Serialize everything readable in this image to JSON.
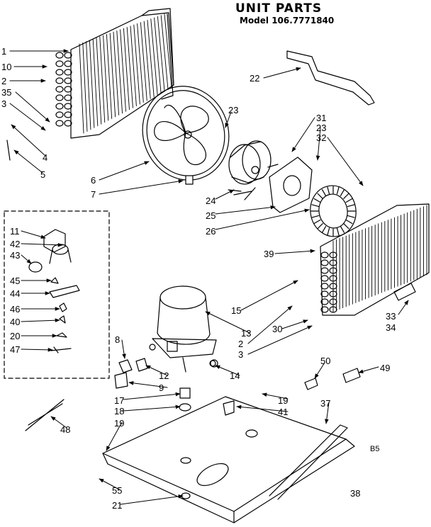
{
  "header": {
    "title": "UNIT PARTS",
    "model": "Model 106.7771840"
  },
  "labels": [
    {
      "id": "1",
      "text": "1"
    },
    {
      "id": "10",
      "text": "10"
    },
    {
      "id": "2a",
      "text": "2"
    },
    {
      "id": "35",
      "text": "35"
    },
    {
      "id": "3a",
      "text": "3"
    },
    {
      "id": "4",
      "text": "4"
    },
    {
      "id": "5",
      "text": "5"
    },
    {
      "id": "6",
      "text": "6"
    },
    {
      "id": "7",
      "text": "7"
    },
    {
      "id": "22",
      "text": "22"
    },
    {
      "id": "23a",
      "text": "23"
    },
    {
      "id": "31",
      "text": "31"
    },
    {
      "id": "23b",
      "text": "23"
    },
    {
      "id": "32",
      "text": "32"
    },
    {
      "id": "24",
      "text": "24"
    },
    {
      "id": "25",
      "text": "25"
    },
    {
      "id": "26",
      "text": "26"
    },
    {
      "id": "39",
      "text": "39"
    },
    {
      "id": "11",
      "text": "11"
    },
    {
      "id": "42",
      "text": "42"
    },
    {
      "id": "43",
      "text": "43"
    },
    {
      "id": "45",
      "text": "45"
    },
    {
      "id": "44",
      "text": "44"
    },
    {
      "id": "46",
      "text": "46"
    },
    {
      "id": "40",
      "text": "40"
    },
    {
      "id": "20",
      "text": "20"
    },
    {
      "id": "47",
      "text": "47"
    },
    {
      "id": "15",
      "text": "15"
    },
    {
      "id": "13",
      "text": "13"
    },
    {
      "id": "2b",
      "text": "2"
    },
    {
      "id": "30",
      "text": "30"
    },
    {
      "id": "3b",
      "text": "3"
    },
    {
      "id": "33",
      "text": "33"
    },
    {
      "id": "34",
      "text": "34"
    },
    {
      "id": "8",
      "text": "8"
    },
    {
      "id": "12",
      "text": "12"
    },
    {
      "id": "9",
      "text": "9"
    },
    {
      "id": "14",
      "text": "14"
    },
    {
      "id": "50",
      "text": "50"
    },
    {
      "id": "49",
      "text": "49"
    },
    {
      "id": "17",
      "text": "17"
    },
    {
      "id": "18",
      "text": "18"
    },
    {
      "id": "19a",
      "text": "19"
    },
    {
      "id": "41",
      "text": "41"
    },
    {
      "id": "19b",
      "text": "19"
    },
    {
      "id": "37",
      "text": "37"
    },
    {
      "id": "48",
      "text": "48"
    },
    {
      "id": "B5",
      "text": "B5"
    },
    {
      "id": "55",
      "text": "55"
    },
    {
      "id": "38",
      "text": "38"
    },
    {
      "id": "21",
      "text": "21"
    }
  ]
}
